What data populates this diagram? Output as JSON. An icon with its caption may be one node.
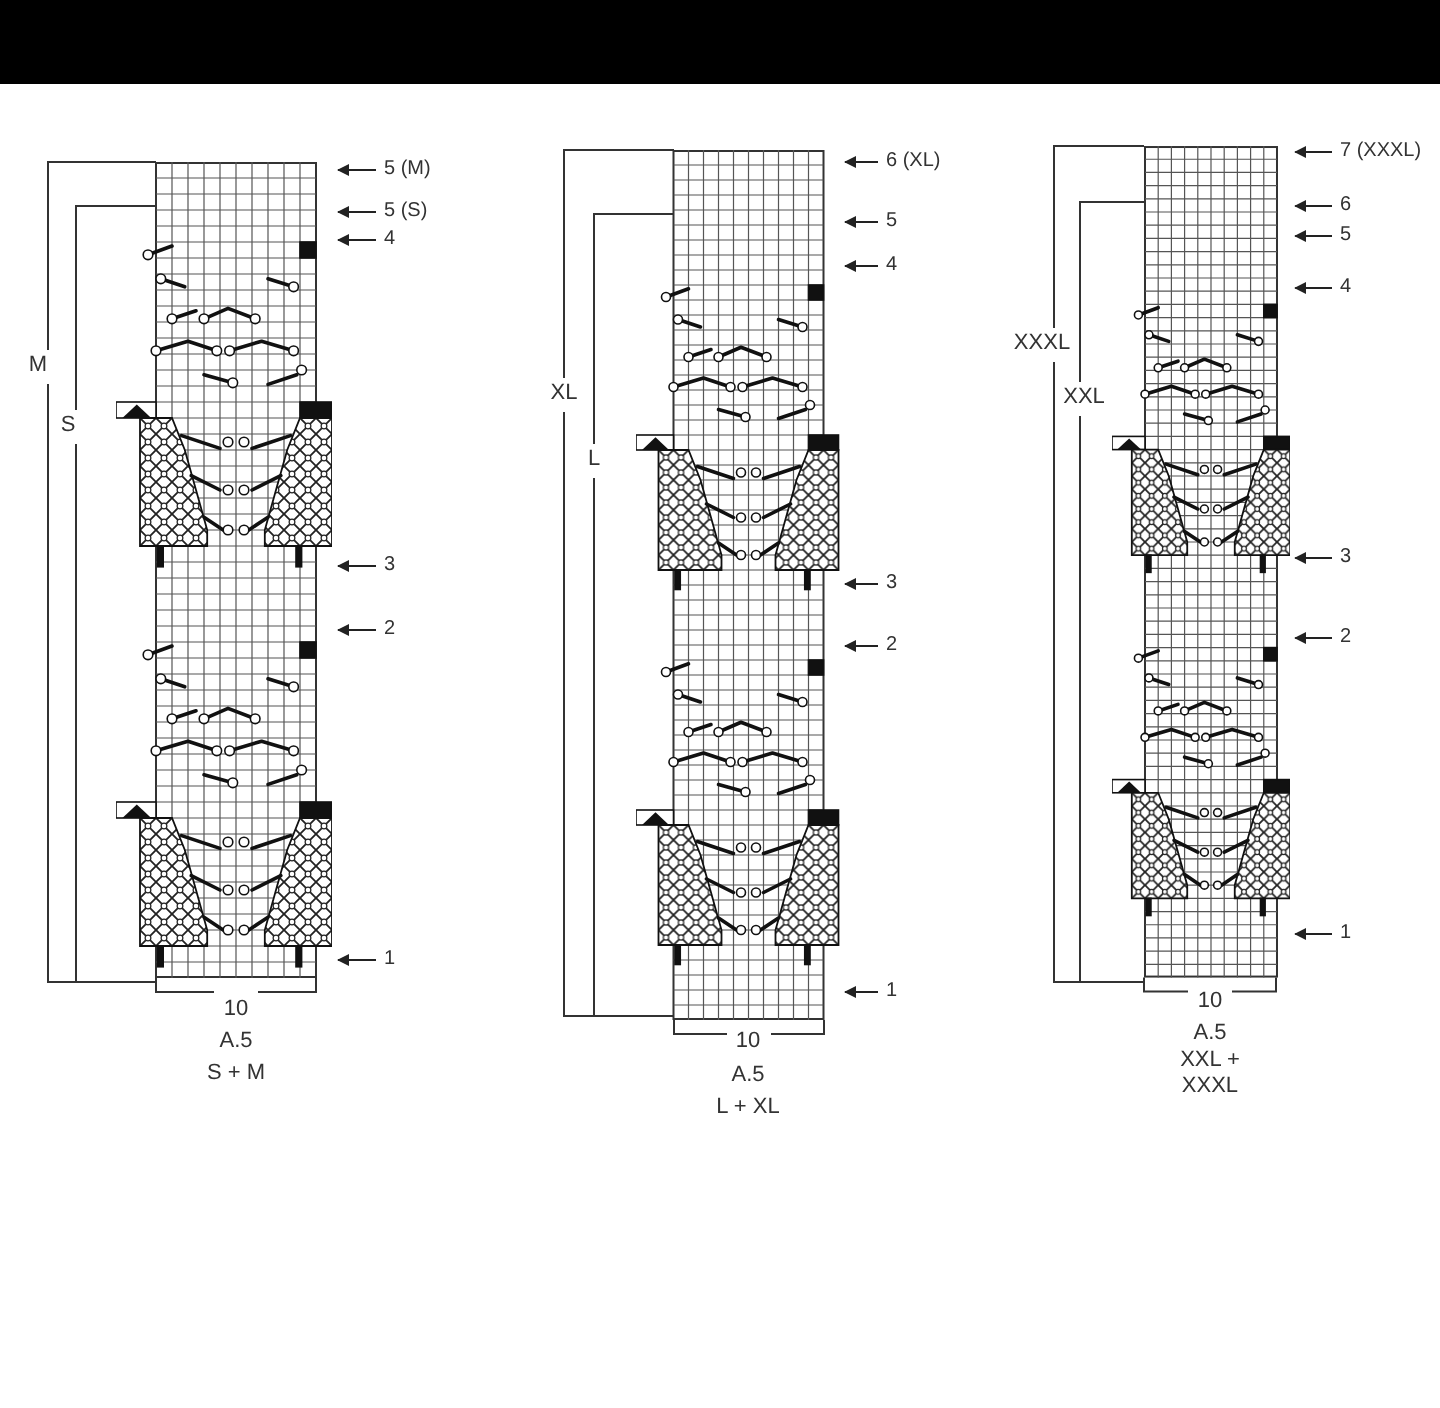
{
  "diagram": {
    "nodes": [
      {
        "text": [],
        "shape": "picture",
        "beside": [
          "10",
          "A.5",
          "S + M"
        ]
      },
      {
        "text": [
          "5 (M)"
        ]
      },
      {
        "text": [
          "5 (S)"
        ]
      },
      {
        "text": [
          "4"
        ]
      },
      {
        "text": [
          "3"
        ]
      },
      {
        "text": [
          "2"
        ]
      },
      {
        "text": [
          "1"
        ]
      },
      {
        "text": [],
        "shape": "picture",
        "beside": [
          "10",
          "A.5",
          "L + XL"
        ]
      },
      {
        "text": [
          "6 (XL)"
        ]
      },
      {
        "text": [
          "5"
        ]
      },
      {
        "text": [
          "4"
        ]
      },
      {
        "text": [
          "3"
        ]
      },
      {
        "text": [
          "2"
        ]
      },
      {
        "text": [
          "1"
        ]
      },
      {
        "text": [],
        "shape": "picture",
        "beside": [
          "10",
          "A.5",
          "XXL + XXXL"
        ]
      },
      {
        "text": [
          "7 (XXXL)"
        ]
      },
      {
        "text": [
          "6"
        ]
      },
      {
        "text": [
          "5"
        ]
      },
      {
        "text": [
          "4"
        ]
      },
      {
        "text": [
          "3"
        ]
      },
      {
        "text": [
          "2"
        ]
      },
      {
        "text": [
          "1"
        ]
      }
    ],
    "edges": [
      {
        "from": 1,
        "to": 0,
        "arrow": "to"
      },
      {
        "from": 2,
        "to": 0,
        "arrow": "to"
      },
      {
        "from": 3,
        "to": 0,
        "arrow": "to"
      },
      {
        "from": 4,
        "to": 0,
        "arrow": "to"
      },
      {
        "from": 5,
        "to": 0,
        "arrow": "to"
      },
      {
        "from": 6,
        "to": 0,
        "arrow": "to"
      },
      {
        "from": 8,
        "to": 7,
        "arrow": "to"
      },
      {
        "from": 9,
        "to": 7,
        "arrow": "to"
      },
      {
        "from": 10,
        "to": 7,
        "arrow": "to"
      },
      {
        "from": 11,
        "to": 7,
        "arrow": "to"
      },
      {
        "from": 12,
        "to": 7,
        "arrow": "to"
      },
      {
        "from": 13,
        "to": 7,
        "arrow": "to"
      },
      {
        "from": 15,
        "to": 14,
        "arrow": "to"
      },
      {
        "from": 16,
        "to": 14,
        "arrow": "to"
      },
      {
        "from": 17,
        "to": 14,
        "arrow": "to"
      },
      {
        "from": 18,
        "to": 14,
        "arrow": "to"
      },
      {
        "from": 19,
        "to": 14,
        "arrow": "to"
      },
      {
        "from": 20,
        "to": 14,
        "arrow": "to"
      },
      {
        "from": 21,
        "to": 14,
        "arrow": "to"
      }
    ],
    "labels": [
      "M",
      "S",
      "XL",
      "L",
      "XXXL",
      "XXL"
    ]
  }
}
